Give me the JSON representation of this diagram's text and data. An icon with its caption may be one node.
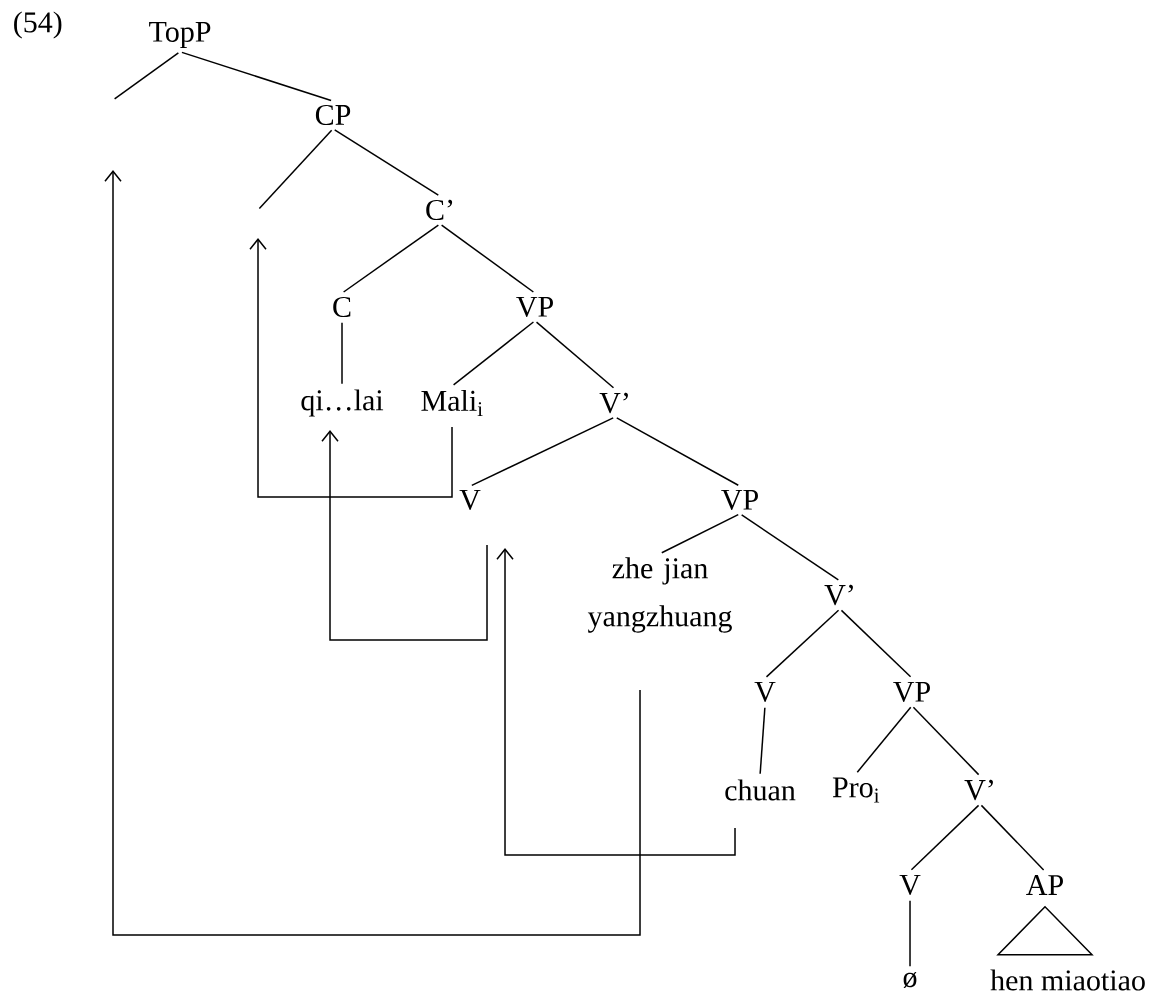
{
  "diagram": {
    "nodes": [
      {
        "text": [
          "TopP"
        ]
      },
      {
        "text": [
          "CP"
        ]
      },
      {
        "text": [
          "C’"
        ]
      },
      {
        "text": [
          "C"
        ]
      },
      {
        "text": [
          "VP"
        ]
      },
      {
        "text": [
          "qi…lai"
        ]
      },
      {
        "text": [
          "Mali$_{i}$"
        ]
      },
      {
        "text": [
          "V’"
        ]
      },
      {
        "text": [
          "V"
        ]
      },
      {
        "text": [
          "VP"
        ]
      },
      {
        "text": [
          "zhe jian yangzhuang"
        ]
      },
      {
        "text": [
          "V’"
        ]
      },
      {
        "text": [
          "V"
        ]
      },
      {
        "text": [
          "VP"
        ]
      },
      {
        "text": [
          "chuan"
        ]
      },
      {
        "text": [
          "Pro$_{i}$"
        ]
      },
      {
        "text": [
          "V’"
        ]
      },
      {
        "text": [
          "V"
        ]
      },
      {
        "text": [
          "AP"
        ]
      },
      {
        "text": [
          "ø"
        ]
      },
      {
        "text": [],
        "shape": "triangle"
      },
      {
        "text": [
          "hen miaotiao"
        ]
      }
    ],
    "edges": [
      {
        "from": 0,
        "to": null,
        "arrow": "none"
      },
      {
        "from": 0,
        "to": 1,
        "arrow": "none"
      },
      {
        "from": 1,
        "to": null,
        "arrow": "none"
      },
      {
        "from": 1,
        "to": 2,
        "arrow": "none"
      },
      {
        "from": 2,
        "to": 3,
        "arrow": "none"
      },
      {
        "from": 2,
        "to": 4,
        "arrow": "none"
      },
      {
        "from": 3,
        "to": 5,
        "arrow": "none"
      },
      {
        "from": 4,
        "to": 6,
        "arrow": "none"
      },
      {
        "from": 4,
        "to": 7,
        "arrow": "none"
      },
      {
        "from": 7,
        "to": 8,
        "arrow": "none"
      },
      {
        "from": 7,
        "to": 9,
        "arrow": "none"
      },
      {
        "from": 9,
        "to": 10,
        "arrow": "none"
      },
      {
        "from": 9,
        "to": 11,
        "arrow": "none"
      },
      {
        "from": 11,
        "to": 12,
        "arrow": "none"
      },
      {
        "from": 11,
        "to": 13,
        "arrow": "none"
      },
      {
        "from": 12,
        "to": 14,
        "arrow": "none"
      },
      {
        "from": 13,
        "to": 15,
        "arrow": "none"
      },
      {
        "from": 13,
        "to": 16,
        "arrow": "none"
      },
      {
        "from": 16,
        "to": 17,
        "arrow": "none"
      },
      {
        "from": 16,
        "to": 18,
        "arrow": "none"
      },
      {
        "from": 17,
        "to": 19,
        "arrow": "none"
      },
      {
        "from": 10,
        "to": null,
        "arrow": "to"
      },
      {
        "from": 6,
        "to": null,
        "arrow": "to"
      },
      {
        "from": 8,
        "to": 5,
        "arrow": "to"
      },
      {
        "from": 14,
        "to": 8,
        "arrow": "to"
      }
    ],
    "labels": [
      "(54)"
    ]
  }
}
